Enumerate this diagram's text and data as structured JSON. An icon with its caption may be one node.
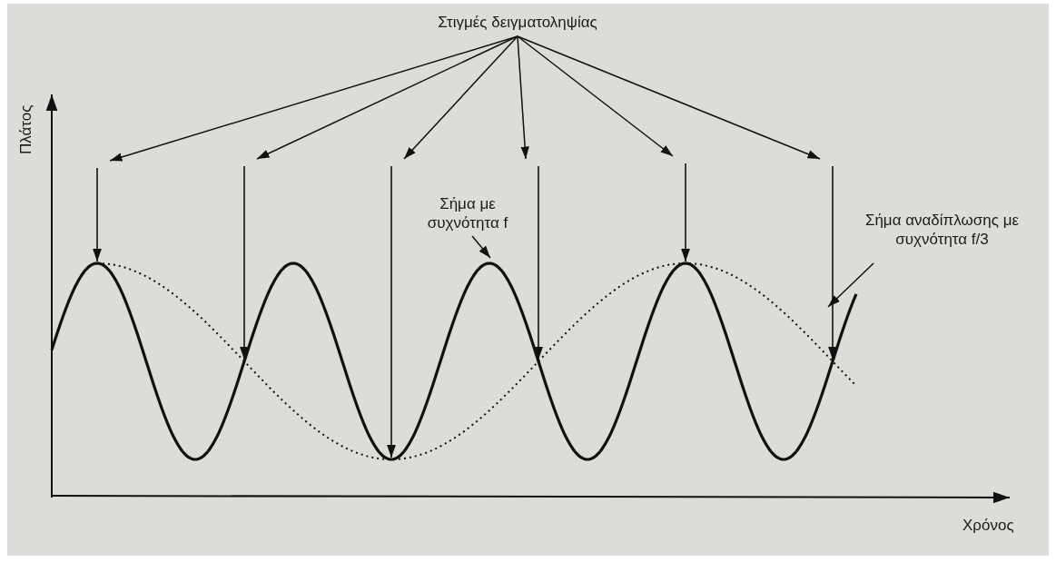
{
  "diagram": {
    "nodes": [
      {
        "text": [
          "Στιγμές δειγματοληψίας"
        ]
      },
      {
        "text": [],
        "shape": "bar"
      },
      {
        "text": [],
        "shape": "bar"
      },
      {
        "text": [],
        "shape": "bar"
      },
      {
        "text": [],
        "shape": "bar"
      },
      {
        "text": [],
        "shape": "bar"
      },
      {
        "text": [],
        "shape": "bar"
      },
      {
        "text": [
          "Σήμα με συχνότητα f"
        ]
      },
      {
        "text": [],
        "shape": "picture"
      },
      {
        "text": [
          "Σήμα αναδίπλωσης με συχνότητα f/3"
        ]
      },
      {
        "text": [],
        "shape": "picture"
      }
    ],
    "edges": [
      {
        "from": 0,
        "to": 1,
        "arrow": "to"
      },
      {
        "from": 0,
        "to": 2,
        "arrow": "to"
      },
      {
        "from": 0,
        "to": 3,
        "arrow": "to"
      },
      {
        "from": 0,
        "to": 4,
        "arrow": "to"
      },
      {
        "from": 0,
        "to": 5,
        "arrow": "to"
      },
      {
        "from": 0,
        "to": 6,
        "arrow": "to"
      },
      {
        "from": 7,
        "to": 8,
        "arrow": "to"
      },
      {
        "from": 9,
        "to": 10,
        "arrow": "to"
      }
    ],
    "labels": [
      "Πλάτος",
      "Χρόνος"
    ]
  }
}
